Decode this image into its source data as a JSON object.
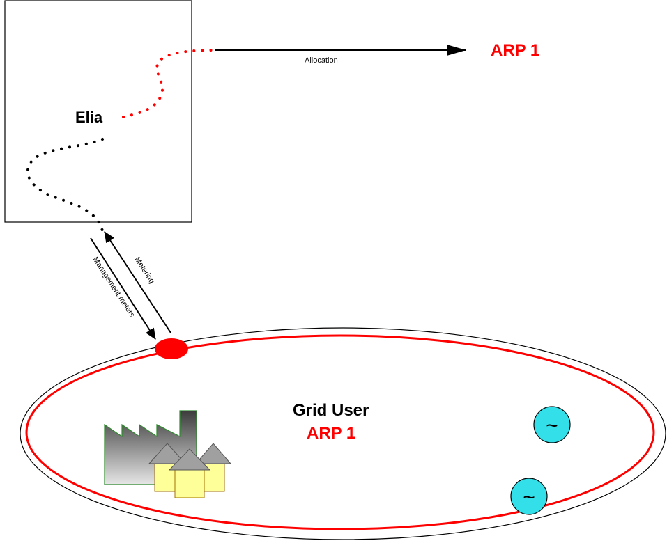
{
  "elia": {
    "label": "Elia"
  },
  "allocation": {
    "label": "Allocation"
  },
  "arp_top": {
    "label": "ARP 1"
  },
  "metering": {
    "label": "Metering"
  },
  "management": {
    "label": "Management meters"
  },
  "grid_user": {
    "title": "Grid User",
    "arp_label": "ARP 1"
  },
  "generators": [
    {
      "symbol": "~"
    },
    {
      "symbol": "~"
    }
  ],
  "colors": {
    "red": "#ff0000",
    "generator_fill": "#33e0ea",
    "house_fill": "#ffff99",
    "roof_fill": "#a0a0a0",
    "factory_dark": "#4d4d4d",
    "factory_light": "#dcdcdc"
  }
}
